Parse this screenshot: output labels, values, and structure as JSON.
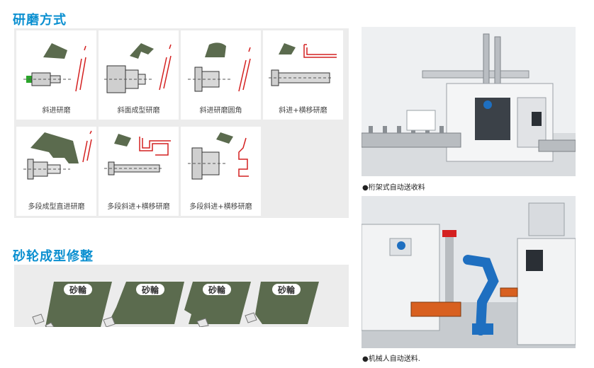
{
  "sections": {
    "grinding_title": "研磨方式",
    "wheel_title": "砂轮成型修整"
  },
  "methods": [
    {
      "label": "斜进研磨"
    },
    {
      "label": "斜面成型研磨"
    },
    {
      "label": "斜进研磨圆角"
    },
    {
      "label": "斜进+横移研磨"
    },
    {
      "label": "多段成型直进研磨"
    },
    {
      "label": "多段斜进+横移研磨"
    },
    {
      "label": "多段斜进+横移研磨"
    }
  ],
  "wheel_dressing": {
    "wheel_text": "砂輪"
  },
  "photos": {
    "gantry_caption": "●桁架式自动送收料",
    "robot_caption": "●机械人自动送料."
  },
  "colors": {
    "heading": "#0a8fd0",
    "wheel_green": "#5b6b4e",
    "path_red": "#d42020",
    "robot_blue": "#1e6fc0"
  }
}
